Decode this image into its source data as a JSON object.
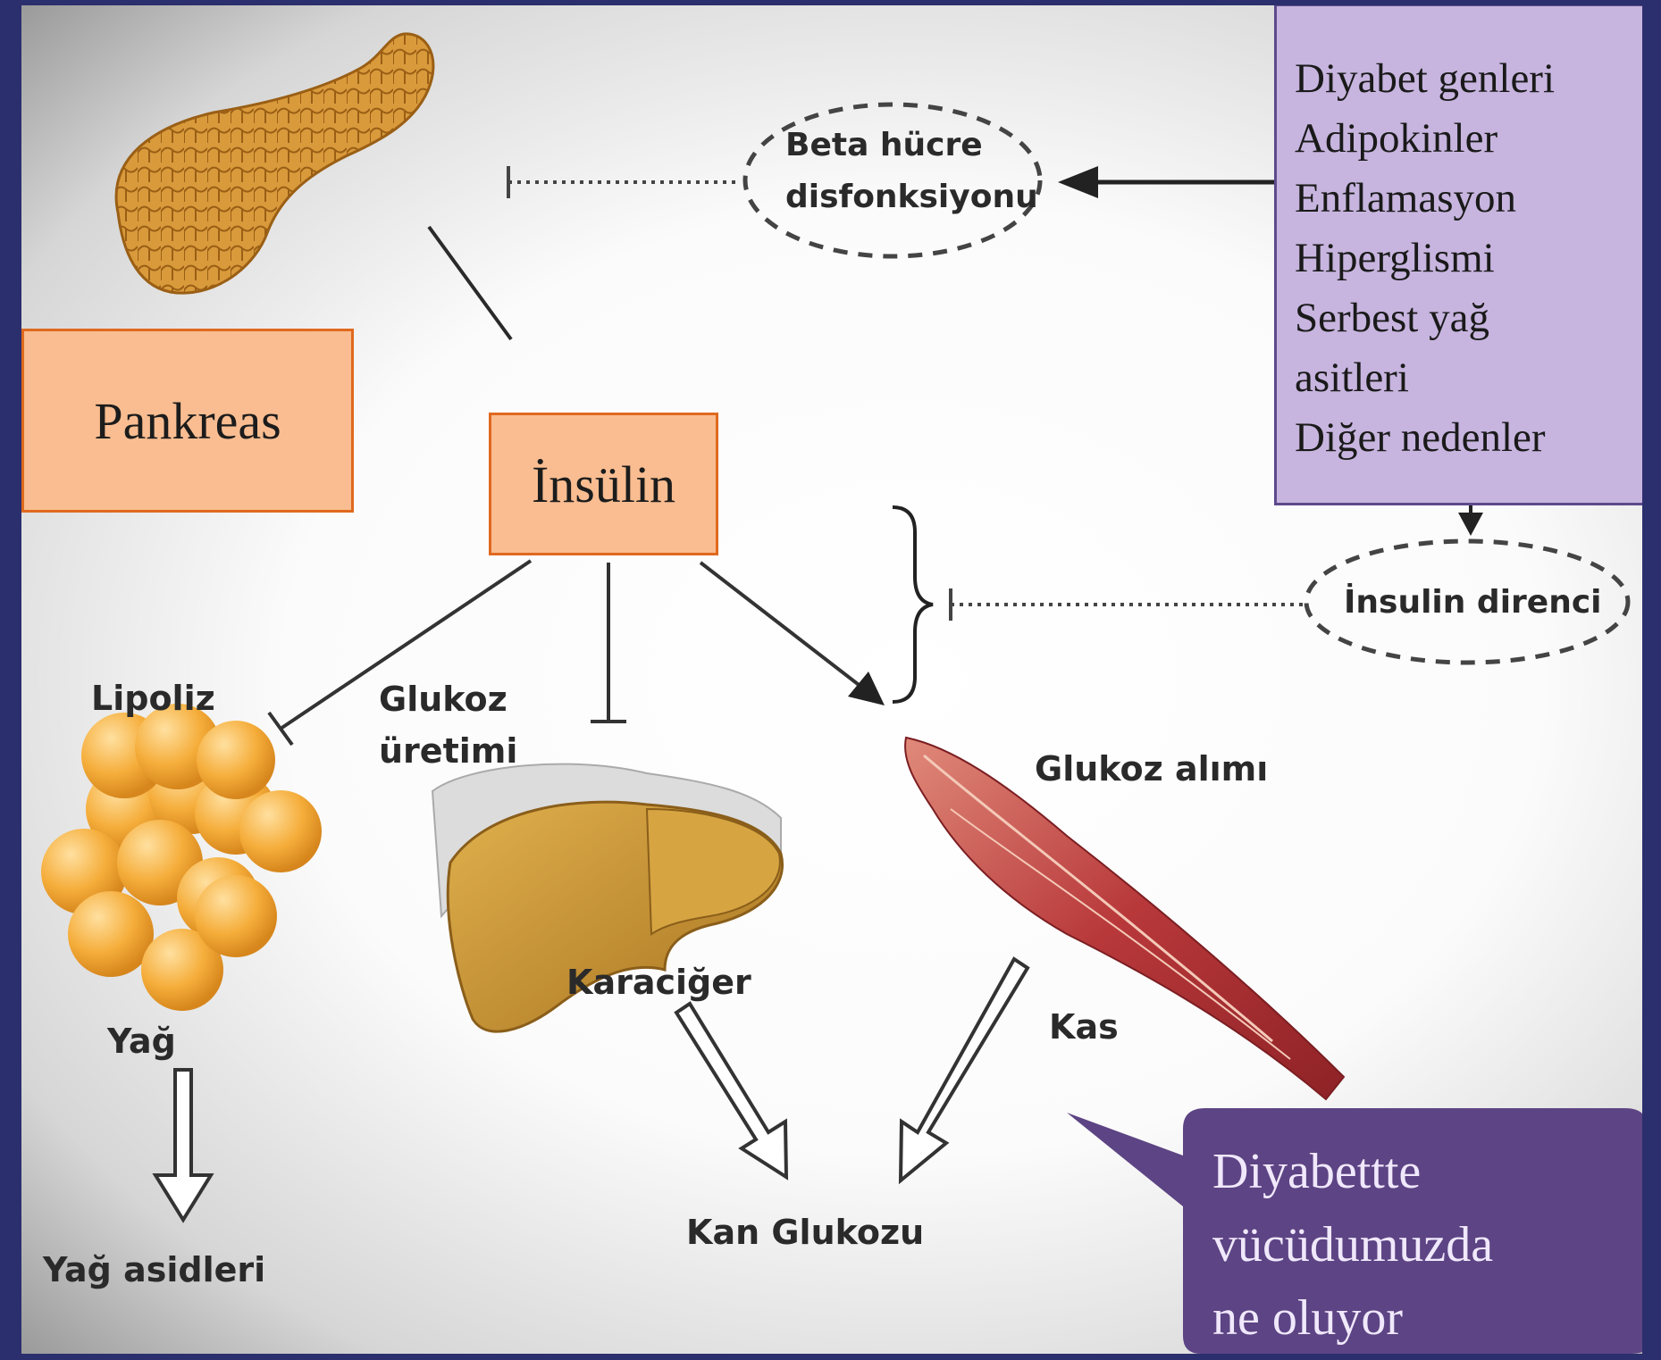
{
  "nodes": {
    "pankreas": "Pankreas",
    "insulin": "İnsülin",
    "beta_cell": [
      "Beta hücre",
      "disfonksiyonu"
    ],
    "insulin_resistance": "İnsulin direnci",
    "lipoliz": "Lipoliz",
    "glukoz_uretimi": [
      "Glukoz",
      "üretimi"
    ],
    "glukoz_alimi": "Glukoz alımı",
    "yag": "Yağ",
    "karaciger": "Karaciğer",
    "kas": "Kas",
    "yag_asidleri": "Yağ asidleri",
    "kan_glukozu": "Kan Glukozu"
  },
  "factors": [
    "Diyabet genleri",
    "Adipokinler",
    "Enflamasyon",
    "Hiperglismi",
    "Serbest yağ",
    "asitleri",
    "Diğer nedenler"
  ],
  "callout": [
    "Diyabettte",
    "vücüdumuzda",
    "ne oluyor"
  ],
  "colors": {
    "background_border": "#2b2f6e",
    "orange_box_fill": "#f9bd91",
    "orange_box_border": "#e0691f",
    "factor_box_fill": "#c7b5df",
    "callout_fill": "#5d4484",
    "organ_fat": "#f2a935",
    "organ_liver": "#c9942f",
    "organ_muscle": "#b8383a",
    "organ_pancreas": "#d99a3c"
  },
  "icons": [
    "pancreas-illustration",
    "fat-cells-illustration",
    "liver-illustration",
    "muscle-illustration"
  ]
}
